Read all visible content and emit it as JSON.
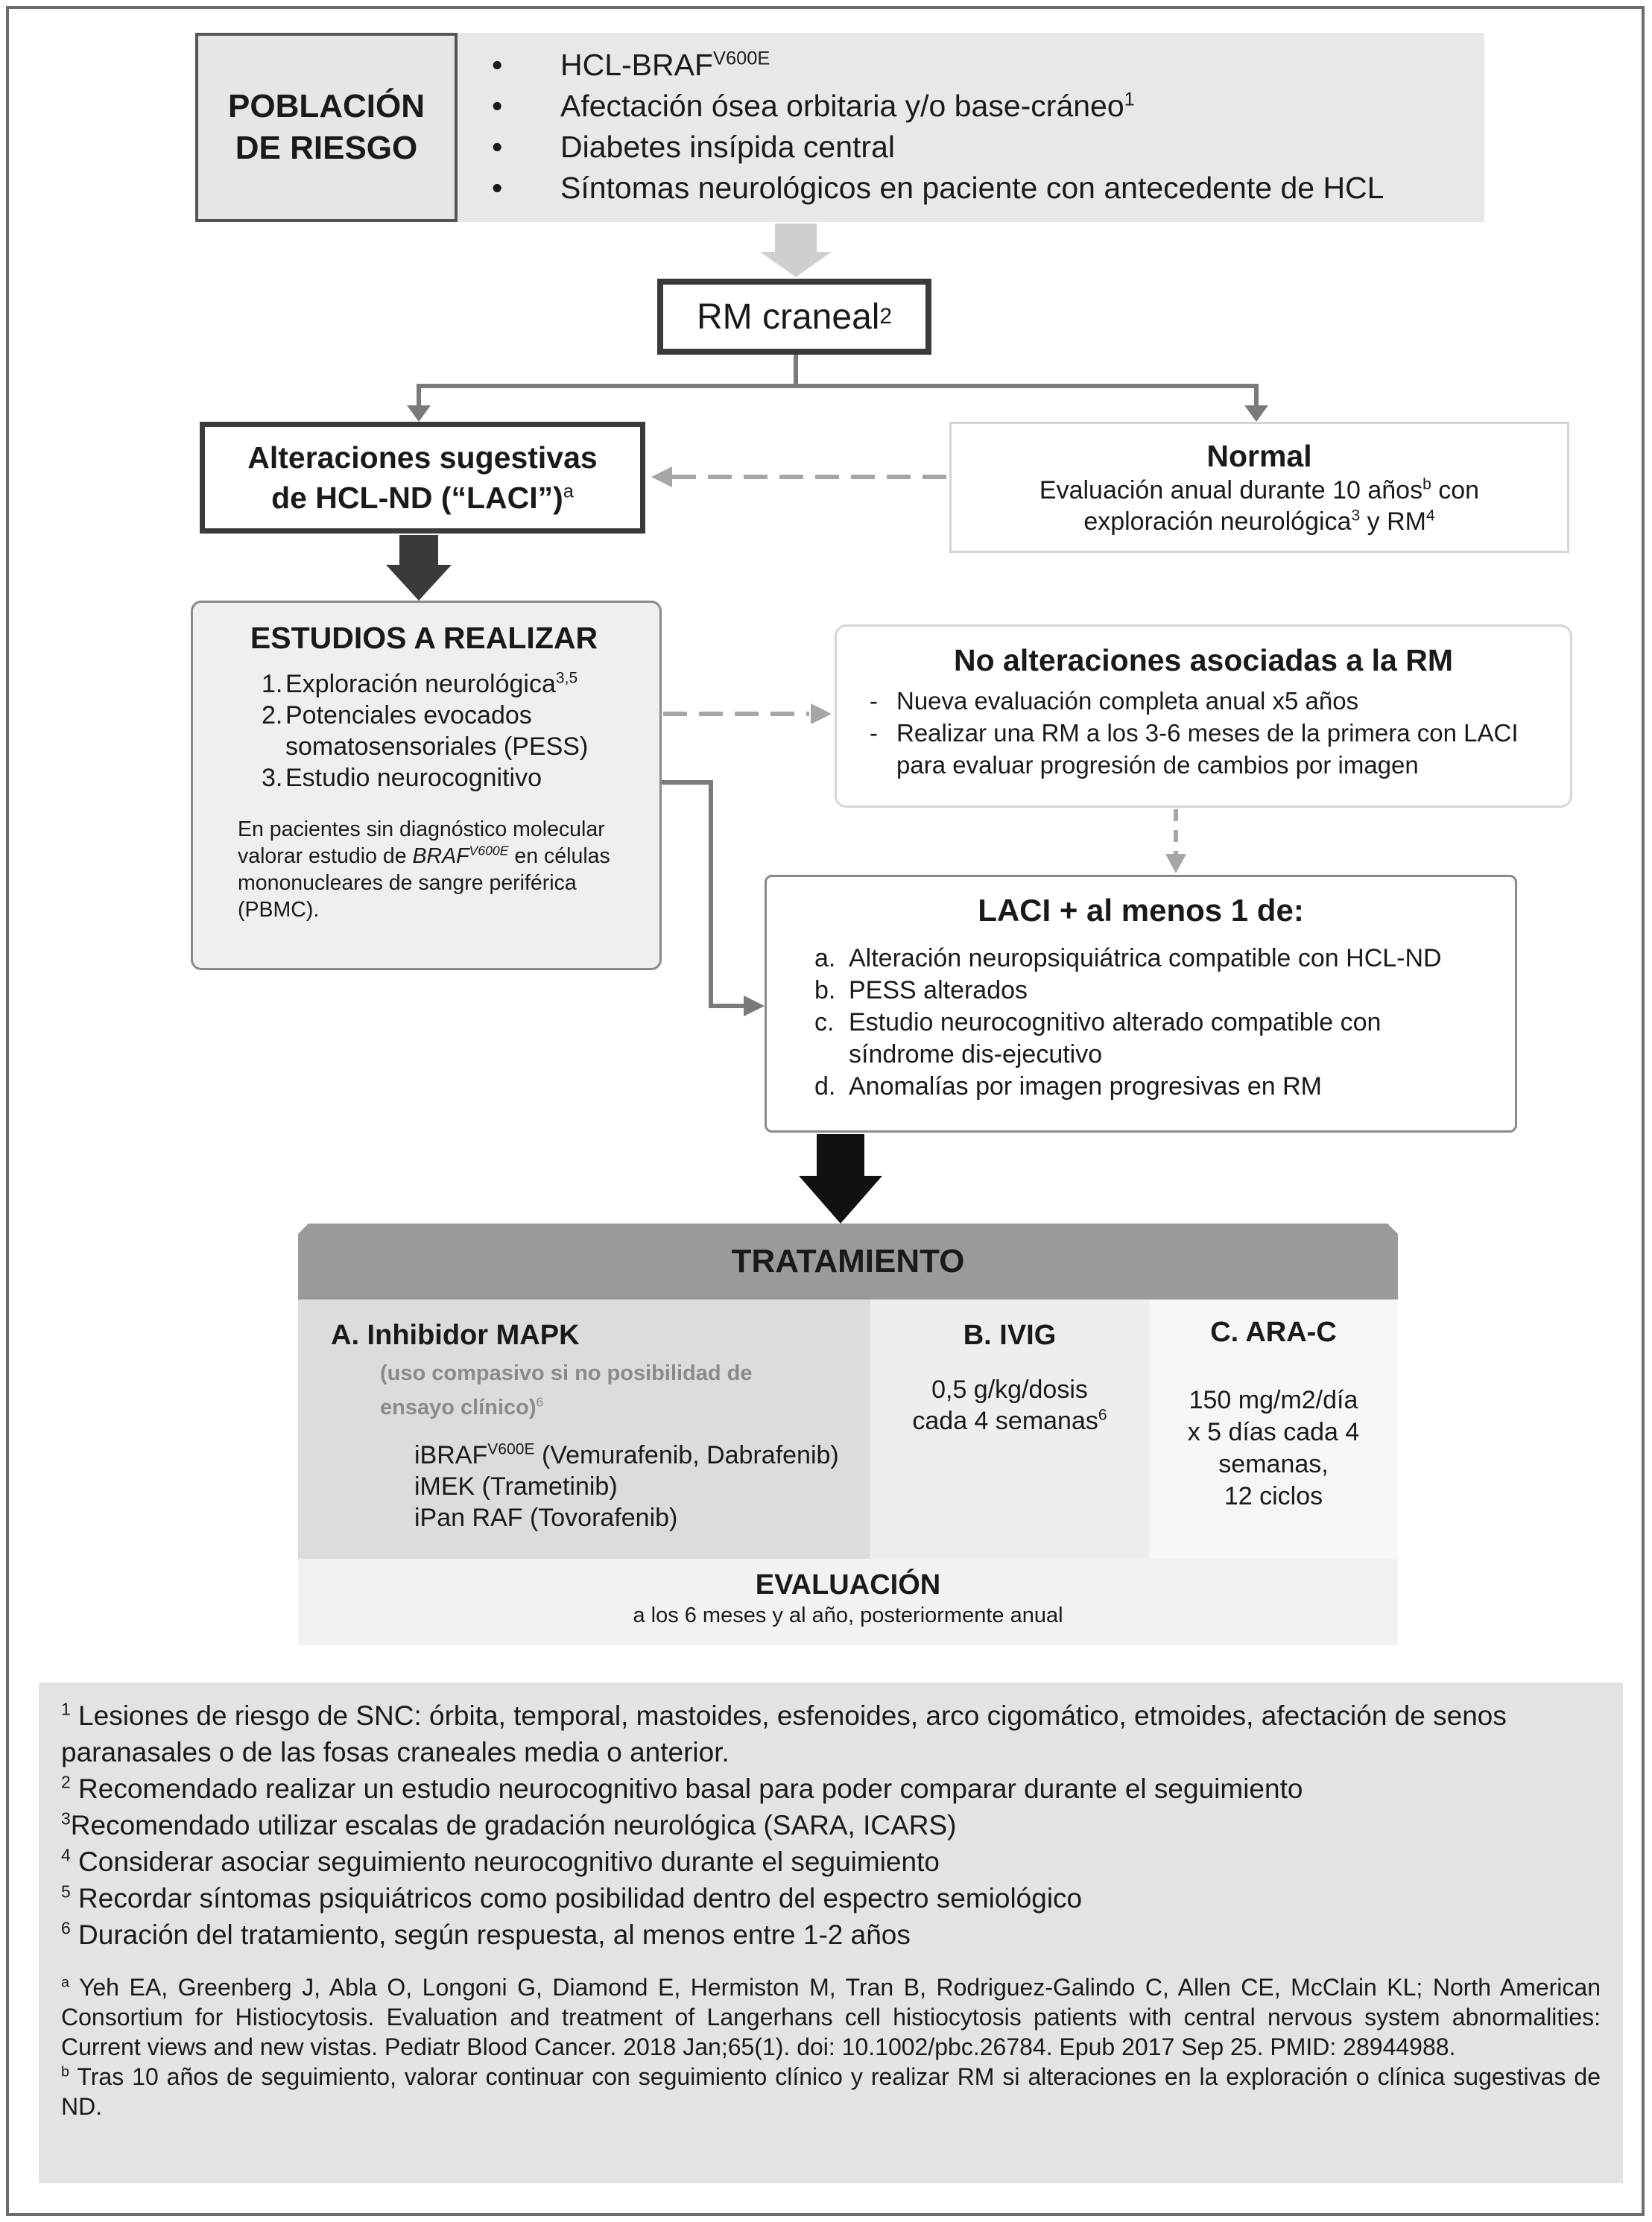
{
  "risk": {
    "label_line1": "POBLACIÓN",
    "label_line2": "DE RIESGO",
    "items": [
      {
        "text": "HCL-BRAF",
        "sup": "V600E"
      },
      {
        "text": "Afectación ósea orbitaria y/o base-cráneo",
        "sup": "1"
      },
      {
        "text": "Diabetes insípida central",
        "sup": ""
      },
      {
        "text": "Síntomas neurológicos en paciente con antecedente de HCL",
        "sup": ""
      }
    ]
  },
  "rm": {
    "text": "RM craneal",
    "sup": "2"
  },
  "alteraciones": {
    "line1": "Alteraciones sugestivas",
    "line2": "de HCL-ND (“LACI”)",
    "sup": "a"
  },
  "normal": {
    "title": "Normal",
    "line1_a": "Evaluación anual  durante 10 años",
    "line1_sup": "b",
    "line1_b": " con",
    "line2_a": "exploración neurológica",
    "line2_sup1": "3",
    "line2_b": " y RM",
    "line2_sup2": "4"
  },
  "estudios": {
    "title": "ESTUDIOS A REALIZAR",
    "items": [
      {
        "n": "1.",
        "text": "Exploración neurológica",
        "sup": "3,5"
      },
      {
        "n": "2.",
        "text": "Potenciales evocados somatosensoriales (PESS)",
        "sup": ""
      },
      {
        "n": "3.",
        "text": "Estudio neurocognitivo",
        "sup": ""
      }
    ],
    "note_a": "En pacientes sin diagnóstico molecular valorar estudio de ",
    "note_em": "BRAF",
    "note_em_sup": "V600E",
    "note_b": " en células mononucleares de sangre periférica (PBMC)."
  },
  "no_alteraciones": {
    "title": "No alteraciones asociadas a la RM",
    "items": [
      {
        "dash": "-",
        "text": "Nueva evaluación completa  anual  x5 años"
      },
      {
        "dash": "-",
        "text": "Realizar una RM a los 3-6 meses de la primera con LACI para evaluar progresión de cambios por imagen"
      }
    ]
  },
  "laci": {
    "title": "LACI + al menos 1 de:",
    "items": [
      {
        "l": "a.",
        "text": "Alteración neuropsiquiátrica compatible con HCL-ND"
      },
      {
        "l": "b.",
        "text": "PESS alterados"
      },
      {
        "l": "c.",
        "text": "Estudio neurocognitivo alterado compatible con síndrome dis-ejecutivo"
      },
      {
        "l": "d.",
        "text": "Anomalías por imagen progresivas en RM"
      }
    ]
  },
  "tratamiento": {
    "title": "TRATAMIENTO",
    "a": {
      "title": "A. Inhibidor MAPK",
      "caveat_line1": "(uso compasivo si no posibilidad de",
      "caveat_line2": "ensayo clínico)",
      "caveat_sup": "6",
      "drug1_a": "iBRAF",
      "drug1_sup": "V600E",
      "drug1_b": " (Vemurafenib, Dabrafenib)",
      "drug2": "iMEK (Trametinib)",
      "drug3": "iPan RAF (Tovorafenib)"
    },
    "b": {
      "title": "B. IVIG",
      "line1": "0,5 g/kg/dosis",
      "line2": "cada 4 semanas",
      "sup": "6"
    },
    "c": {
      "title": "C. ARA-C",
      "line1": "150 mg/m2/día",
      "line2": "x 5 días cada 4",
      "line3": "semanas,",
      "line4": "12 ciclos"
    }
  },
  "evaluacion": {
    "title": "EVALUACIÓN",
    "subtitle": "a los 6 meses y al año, posteriormente anual"
  },
  "footnotes": [
    {
      "n": "1",
      "text": " Lesiones de riesgo de SNC: órbita, temporal, mastoides, esfenoides, arco cigomático, etmoides, afectación de senos paranasales o de las  fosas craneales media o anterior."
    },
    {
      "n": "2",
      "text": " Recomendado realizar un estudio neurocognitivo basal para poder comparar durante el seguimiento"
    },
    {
      "n": "3",
      "text": "Recomendado utilizar escalas de gradación neurológica (SARA, ICARS)"
    },
    {
      "n": "4",
      "text": " Considerar asociar seguimiento neurocognitivo durante el seguimiento"
    },
    {
      "n": "5",
      "text": " Recordar síntomas psiquiátricos como posibilidad dentro del espectro semiológico"
    },
    {
      "n": "6",
      "text": " Duración del tratamiento, según respuesta, al menos entre 1-2 años"
    }
  ],
  "references": [
    {
      "n": "a",
      "text": " Yeh EA, Greenberg J, Abla O, Longoni G, Diamond E, Hermiston M, Tran B, Rodriguez-Galindo C, Allen CE, McClain KL; North American Consortium for Histiocytosis. Evaluation and treatment of Langerhans cell histiocytosis patients with central nervous system abnormalities: Current views and new vistas. Pediatr Blood Cancer. 2018 Jan;65(1). doi: 10.1002/pbc.26784. Epub 2017 Sep 25. PMID: 28944988."
    },
    {
      "n": "b",
      "text": " Tras 10 años de seguimiento, valorar continuar con seguimiento clínico y realizar RM si alteraciones en la exploración o clínica sugestivas de ND."
    }
  ]
}
